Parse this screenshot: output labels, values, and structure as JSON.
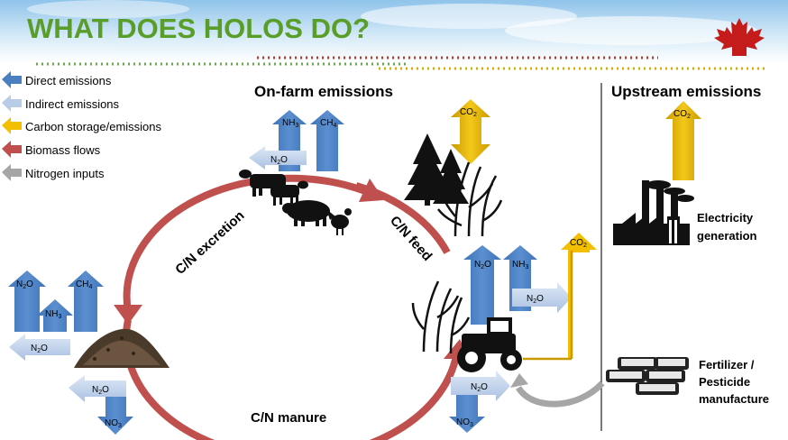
{
  "title": "WHAT DOES HOLOS DO?",
  "legend": [
    {
      "label": "Direct emissions",
      "color": "#4a7fc1"
    },
    {
      "label": "Indirect emissions",
      "color": "#b8cce8"
    },
    {
      "label": "Carbon storage/emissions",
      "color": "#f2c000"
    },
    {
      "label": "Biomass flows",
      "color": "#c0504d"
    },
    {
      "label": "Nitrogen inputs",
      "color": "#a6a6a6"
    }
  ],
  "sections": {
    "on_farm": "On-farm emissions",
    "upstream": "Upstream emissions"
  },
  "cycle": {
    "excretion": "C/N excretion",
    "feed": "C/N feed",
    "manure": "C/N manure"
  },
  "gases": {
    "nh3": "NH",
    "ch4": "CH",
    "n2o": "N",
    "no3": "NO",
    "co2": "CO",
    "sub_2": "2",
    "sub_3": "3",
    "sub_4": "4",
    "sub_o": "O"
  },
  "upstream_items": {
    "electricity_1": "Electricity",
    "electricity_2": "generation",
    "fertilizer_1": "Fertilizer /",
    "fertilizer_2": "Pesticide",
    "fertilizer_3": "manufacture"
  }
}
